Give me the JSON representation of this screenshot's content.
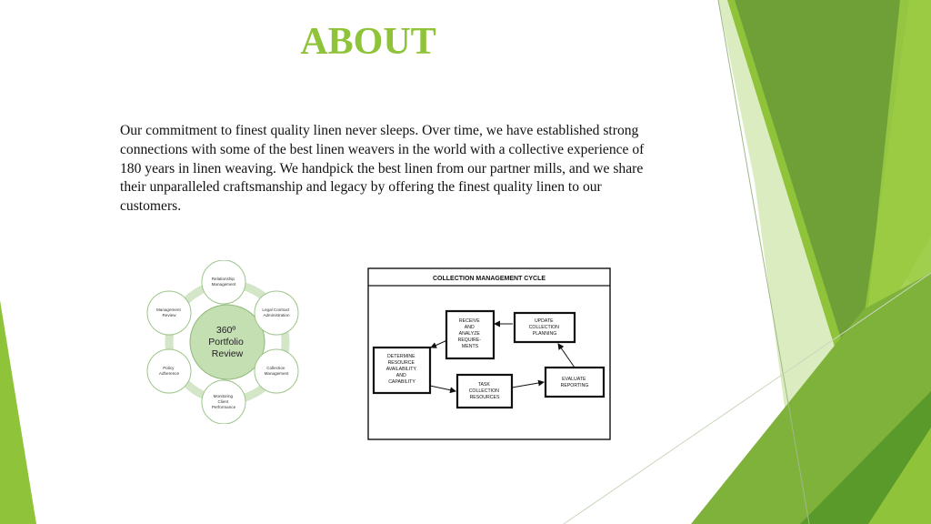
{
  "slide": {
    "title": "ABOUT",
    "paragraph": "Our commitment to finest quality linen never sleeps. Over time, we have established strong connections with some of the best linen weavers in the world with a collective experience of 180 years in linen weaving. We handpick the best linen from our partner mills, and we share their unparalleled craftsmanship and legacy by offering the finest quality linen to our customers."
  },
  "portfolio_diagram": {
    "center": [
      "360º",
      "Portfolio",
      "Review"
    ],
    "nodes": [
      [
        "Relationship",
        "Management"
      ],
      [
        "Legal Contract",
        "Administration"
      ],
      [
        "Collection",
        "Management"
      ],
      [
        "Monitoring",
        "Client",
        "Performance"
      ],
      [
        "Policy",
        "Adherence"
      ],
      [
        "Management",
        "Review"
      ]
    ]
  },
  "cycle_diagram": {
    "title": "COLLECTION MANAGEMENT CYCLE",
    "boxes": {
      "receive": [
        "RECEIVE",
        "AND",
        "ANALYZE",
        "REQUIRE-",
        "MENTS"
      ],
      "update": [
        "UPDATE",
        "COLLECTION",
        "PLANNING"
      ],
      "determine": [
        "DETERMINE",
        "RESOURCE",
        "AVAILABILITY",
        "AND",
        "CAPABILITY"
      ],
      "task": [
        "TASK",
        "COLLECTION",
        "RESOURCES"
      ],
      "evaluate": [
        "EVALUATE",
        "REPORTING"
      ]
    }
  },
  "colors": {
    "accent_green": "#8fc33a",
    "light_green": "#c9e39a",
    "mid_green": "#7fb23a",
    "dark_green": "#5a9a2a",
    "node_stroke": "#9cc58a",
    "center_fill": "#c4dfb2"
  }
}
